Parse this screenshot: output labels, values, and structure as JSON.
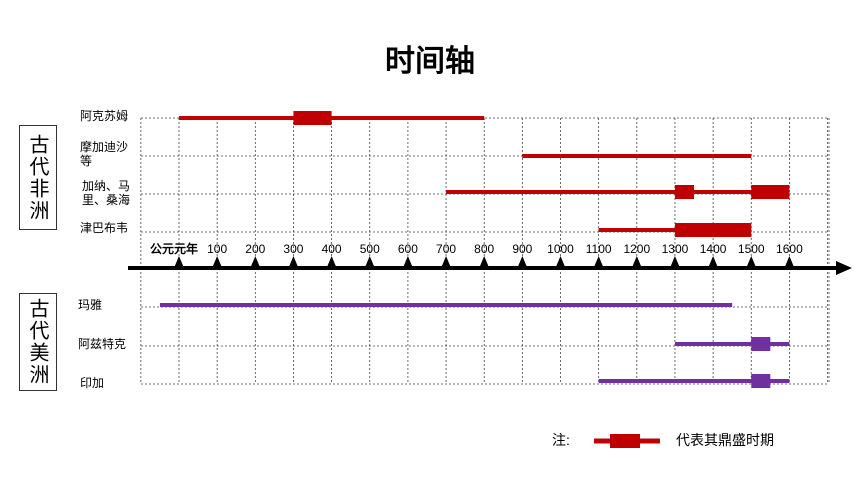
{
  "title": "时间轴",
  "regions": {
    "africa": "古代非洲",
    "america": "古代美洲"
  },
  "axis": {
    "start_label": "公元元年",
    "ticks": [
      100,
      200,
      300,
      400,
      500,
      600,
      700,
      800,
      900,
      1000,
      1100,
      1200,
      1300,
      1400,
      1500,
      1600
    ]
  },
  "rows": [
    {
      "label": "阿克苏姆",
      "region": "africa",
      "color": "#c00000",
      "span": [
        0,
        800
      ],
      "peaks": [
        [
          300,
          400
        ]
      ]
    },
    {
      "label": "摩加迪沙\n等",
      "region": "africa",
      "color": "#c00000",
      "span": [
        900,
        1500
      ],
      "peaks": []
    },
    {
      "label": "加纳、马\n里、桑海",
      "region": "africa",
      "color": "#c00000",
      "span": [
        700,
        1600
      ],
      "peaks": [
        [
          1300,
          1350
        ],
        [
          1500,
          1600
        ]
      ]
    },
    {
      "label": "津巴布韦",
      "region": "africa",
      "color": "#c00000",
      "span": [
        1100,
        1500
      ],
      "peaks": [
        [
          1300,
          1500
        ]
      ]
    },
    {
      "label": "玛雅",
      "region": "america",
      "color": "#7030a0",
      "span": [
        -50,
        1450
      ],
      "peaks": []
    },
    {
      "label": "阿兹特克",
      "region": "america",
      "color": "#7030a0",
      "span": [
        1300,
        1600
      ],
      "peaks": [
        [
          1500,
          1550
        ]
      ]
    },
    {
      "label": "印加",
      "region": "america",
      "color": "#7030a0",
      "span": [
        1100,
        1600
      ],
      "peaks": [
        [
          1500,
          1550
        ]
      ]
    }
  ],
  "legend": {
    "prefix": "注:",
    "text": "代表其鼎盛时期",
    "color": "#c00000"
  }
}
